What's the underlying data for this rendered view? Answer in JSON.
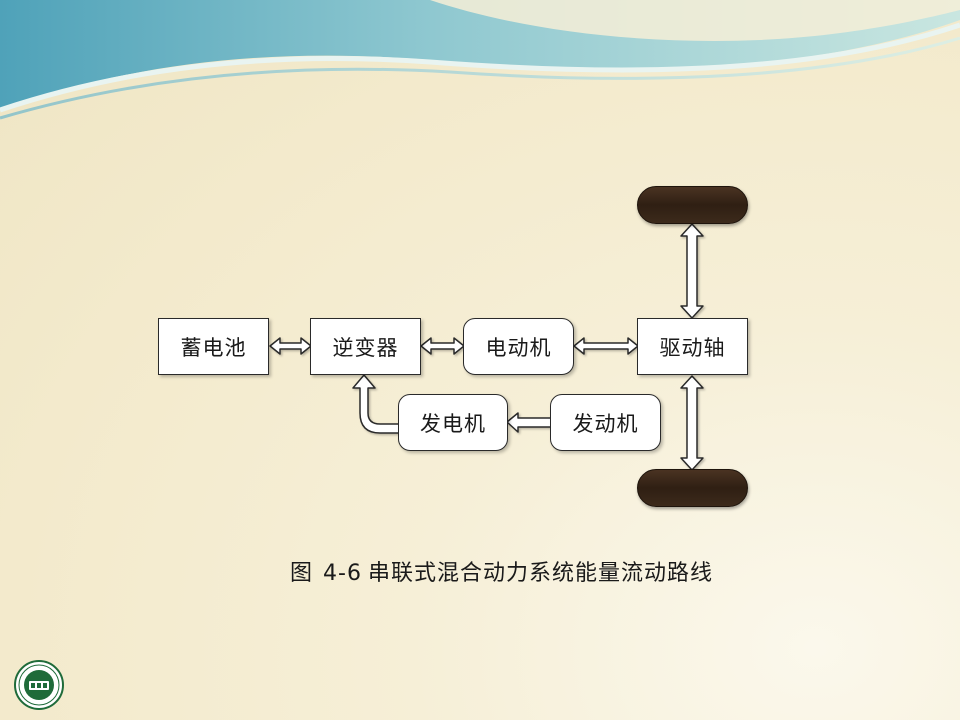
{
  "diagram": {
    "nodes": {
      "battery": "蓄电池",
      "inverter": "逆变器",
      "motor": "电动机",
      "drive_shaft": "驱动轴",
      "generator": "发电机",
      "engine": "发动机"
    },
    "caption": {
      "prefix": "图",
      "number": "4-6",
      "text": "串联式混合动力系统能量流动路线"
    }
  },
  "colors": {
    "background": "#f3eacc",
    "banner_teal": "#6fb3c4",
    "wheel": "#2f1f13",
    "logo_green": "#1f6b3a"
  },
  "icons": {
    "logo": "university-seal-icon"
  }
}
